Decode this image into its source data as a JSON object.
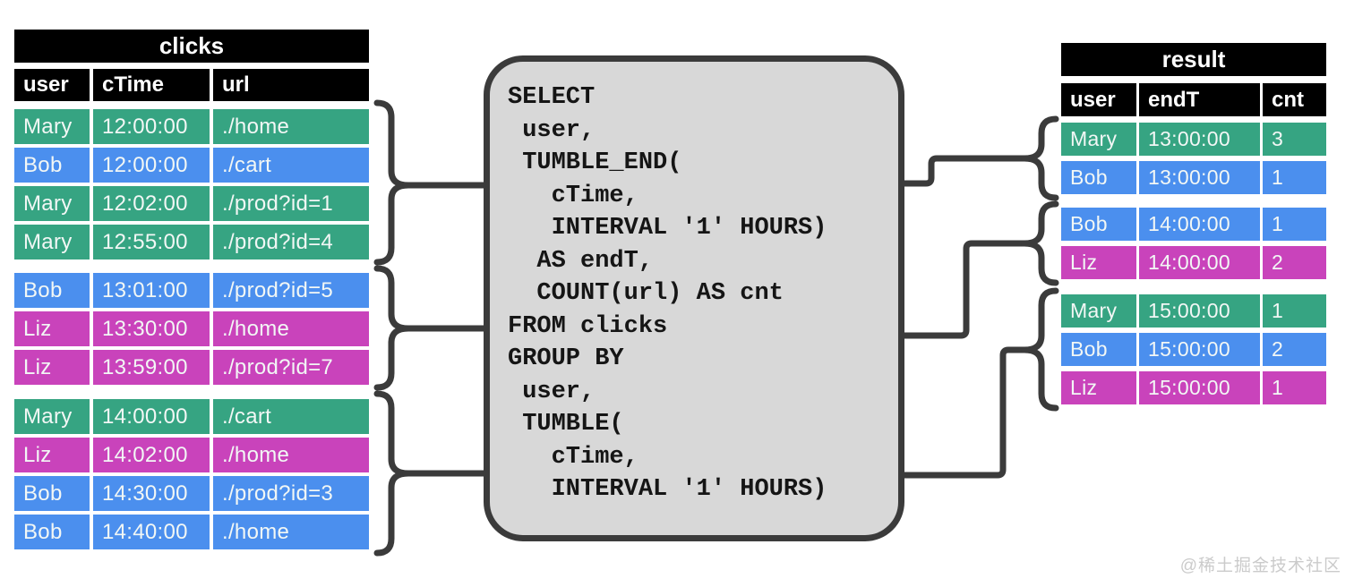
{
  "clicks_table": {
    "title": "clicks",
    "columns": [
      "user",
      "cTime",
      "url"
    ],
    "groups": [
      {
        "rows": [
          {
            "user": "Mary",
            "cTime": "12:00:00",
            "url": "./home",
            "color": "green"
          },
          {
            "user": "Bob",
            "cTime": "12:00:00",
            "url": "./cart",
            "color": "blue"
          },
          {
            "user": "Mary",
            "cTime": "12:02:00",
            "url": "./prod?id=1",
            "color": "green"
          },
          {
            "user": "Mary",
            "cTime": "12:55:00",
            "url": "./prod?id=4",
            "color": "green"
          }
        ]
      },
      {
        "rows": [
          {
            "user": "Bob",
            "cTime": "13:01:00",
            "url": "./prod?id=5",
            "color": "blue"
          },
          {
            "user": "Liz",
            "cTime": "13:30:00",
            "url": "./home",
            "color": "magenta"
          },
          {
            "user": "Liz",
            "cTime": "13:59:00",
            "url": "./prod?id=7",
            "color": "magenta"
          }
        ]
      },
      {
        "rows": [
          {
            "user": "Mary",
            "cTime": "14:00:00",
            "url": "./cart",
            "color": "green"
          },
          {
            "user": "Liz",
            "cTime": "14:02:00",
            "url": "./home",
            "color": "magenta"
          },
          {
            "user": "Bob",
            "cTime": "14:30:00",
            "url": "./prod?id=3",
            "color": "blue"
          },
          {
            "user": "Bob",
            "cTime": "14:40:00",
            "url": "./home",
            "color": "blue"
          }
        ]
      }
    ]
  },
  "sql": {
    "lines": [
      "SELECT",
      " user,",
      " TUMBLE_END(",
      "   cTime,",
      "   INTERVAL '1' HOURS)",
      "  AS endT,",
      "  COUNT(url) AS cnt",
      "FROM clicks",
      "GROUP BY",
      " user,",
      " TUMBLE(",
      "   cTime,",
      "   INTERVAL '1' HOURS)"
    ]
  },
  "result_table": {
    "title": "result",
    "columns": [
      "user",
      "endT",
      "cnt"
    ],
    "groups": [
      {
        "rows": [
          {
            "user": "Mary",
            "endT": "13:00:00",
            "cnt": "3",
            "color": "green"
          },
          {
            "user": "Bob",
            "endT": "13:00:00",
            "cnt": "1",
            "color": "blue"
          }
        ]
      },
      {
        "rows": [
          {
            "user": "Bob",
            "endT": "14:00:00",
            "cnt": "1",
            "color": "blue"
          },
          {
            "user": "Liz",
            "endT": "14:00:00",
            "cnt": "2",
            "color": "magenta"
          }
        ]
      },
      {
        "rows": [
          {
            "user": "Mary",
            "endT": "15:00:00",
            "cnt": "1",
            "color": "green"
          },
          {
            "user": "Bob",
            "endT": "15:00:00",
            "cnt": "2",
            "color": "blue"
          },
          {
            "user": "Liz",
            "endT": "15:00:00",
            "cnt": "1",
            "color": "magenta"
          }
        ]
      }
    ]
  },
  "watermark": "@稀土掘金技术社区",
  "colors": {
    "green": "#36a482",
    "blue": "#4b8fee",
    "magenta": "#c943bb",
    "line": "#3b3b3b",
    "box_fill": "#d8d8d8",
    "header_bg": "#000000"
  }
}
